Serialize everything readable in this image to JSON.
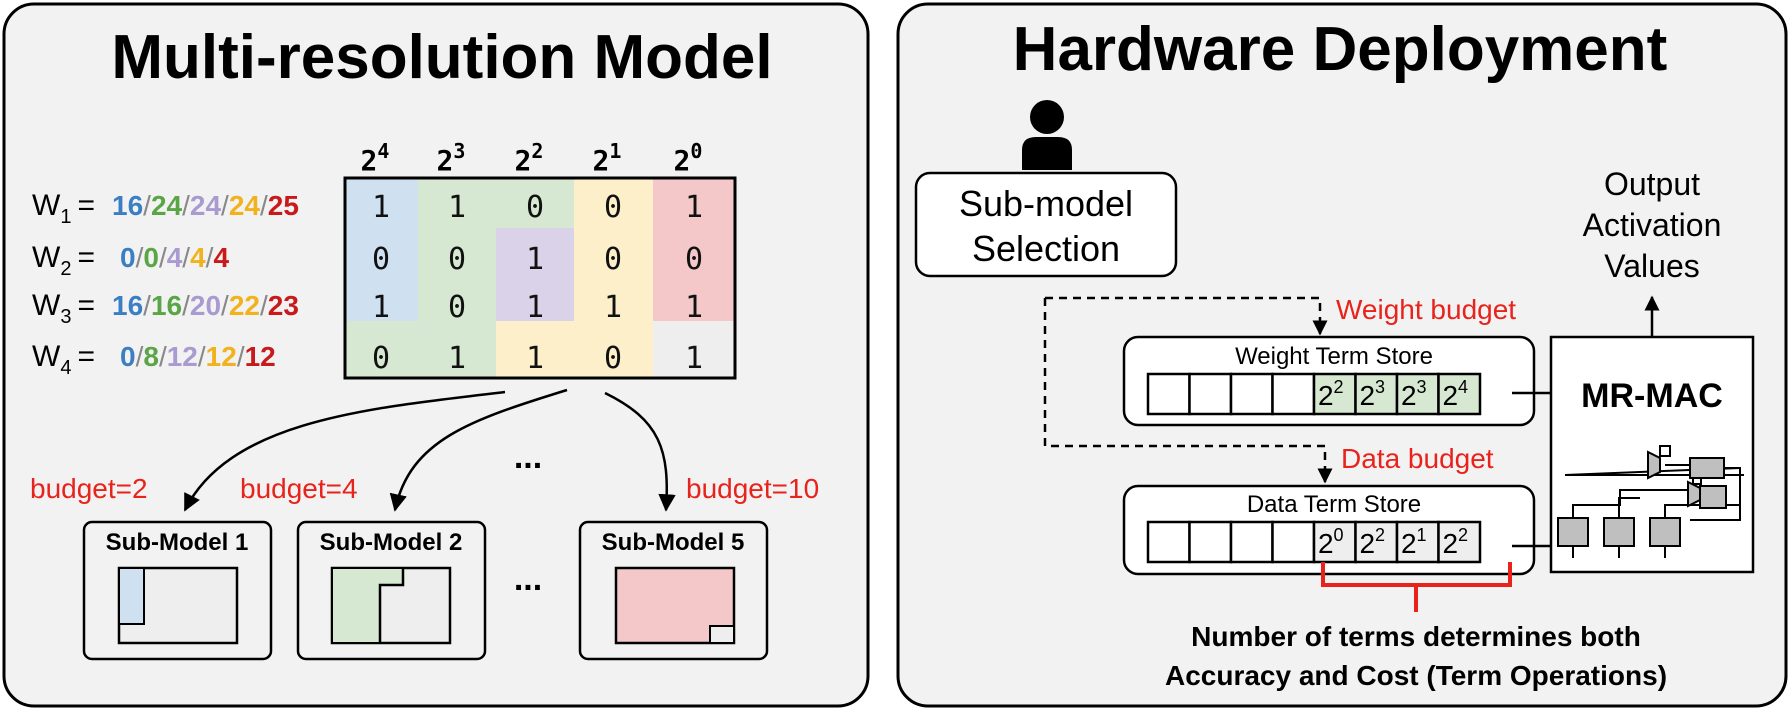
{
  "left_panel": {
    "title": "Multi-resolution Model",
    "bit_headers": [
      {
        "base": "2",
        "exp": "4"
      },
      {
        "base": "2",
        "exp": "3"
      },
      {
        "base": "2",
        "exp": "2"
      },
      {
        "base": "2",
        "exp": "1"
      },
      {
        "base": "2",
        "exp": "0"
      }
    ],
    "weights": [
      {
        "name": "W",
        "sub": "1",
        "eq": "=",
        "values": [
          "16",
          "24",
          "24",
          "24",
          "25"
        ],
        "bits": [
          "1",
          "1",
          "0",
          "0",
          "1"
        ]
      },
      {
        "name": "W",
        "sub": "2",
        "eq": "=",
        "values": [
          "0",
          "0",
          "4",
          "4",
          "4"
        ],
        "bits": [
          "0",
          "0",
          "1",
          "0",
          "0"
        ]
      },
      {
        "name": "W",
        "sub": "3",
        "eq": "=",
        "values": [
          "16",
          "16",
          "20",
          "22",
          "23"
        ],
        "bits": [
          "1",
          "0",
          "1",
          "1",
          "1"
        ]
      },
      {
        "name": "W",
        "sub": "4",
        "eq": "=",
        "values": [
          "0",
          "8",
          "12",
          "12",
          "12"
        ],
        "bits": [
          "0",
          "1",
          "1",
          "0",
          "1"
        ]
      }
    ],
    "value_colors": [
      "#3a7ec4",
      "#5aa646",
      "#a99ad0",
      "#f1b21d",
      "#c81a1a"
    ],
    "budgets": [
      "budget=2",
      "budget=4",
      "budget=10"
    ],
    "submodels": [
      "Sub-Model 1",
      "Sub-Model 2",
      "Sub-Model 5"
    ],
    "ellipsis": "..."
  },
  "right_panel": {
    "title": "Hardware Deployment",
    "selection_label_line1": "Sub-model",
    "selection_label_line2": "Selection",
    "weight_budget": "Weight budget",
    "data_budget": "Data budget",
    "weight_store_label": "Weight Term Store",
    "data_store_label": "Data Term Store",
    "weight_terms": [
      {
        "base": "2",
        "exp": "2"
      },
      {
        "base": "2",
        "exp": "3"
      },
      {
        "base": "2",
        "exp": "3"
      },
      {
        "base": "2",
        "exp": "4"
      }
    ],
    "data_terms": [
      {
        "base": "2",
        "exp": "0"
      },
      {
        "base": "2",
        "exp": "2"
      },
      {
        "base": "2",
        "exp": "1"
      },
      {
        "base": "2",
        "exp": "2"
      }
    ],
    "mac_label": "MR-MAC",
    "output_line1": "Output",
    "output_line2": "Activation",
    "output_line3": "Values",
    "note_line1": "Number of terms determines both",
    "note_line2": "Accuracy and Cost (Term Operations)"
  },
  "colors": {
    "panel_bg": "#f2f2f2",
    "blue_fill": "#cfe0f1",
    "green_fill": "#d6e8d2",
    "purple_fill": "#d9d2e9",
    "yellow_fill": "#fdefc9",
    "red_fill": "#f4c8c8",
    "gray_fill": "#eeeeee",
    "accent_red": "#e8231c"
  }
}
